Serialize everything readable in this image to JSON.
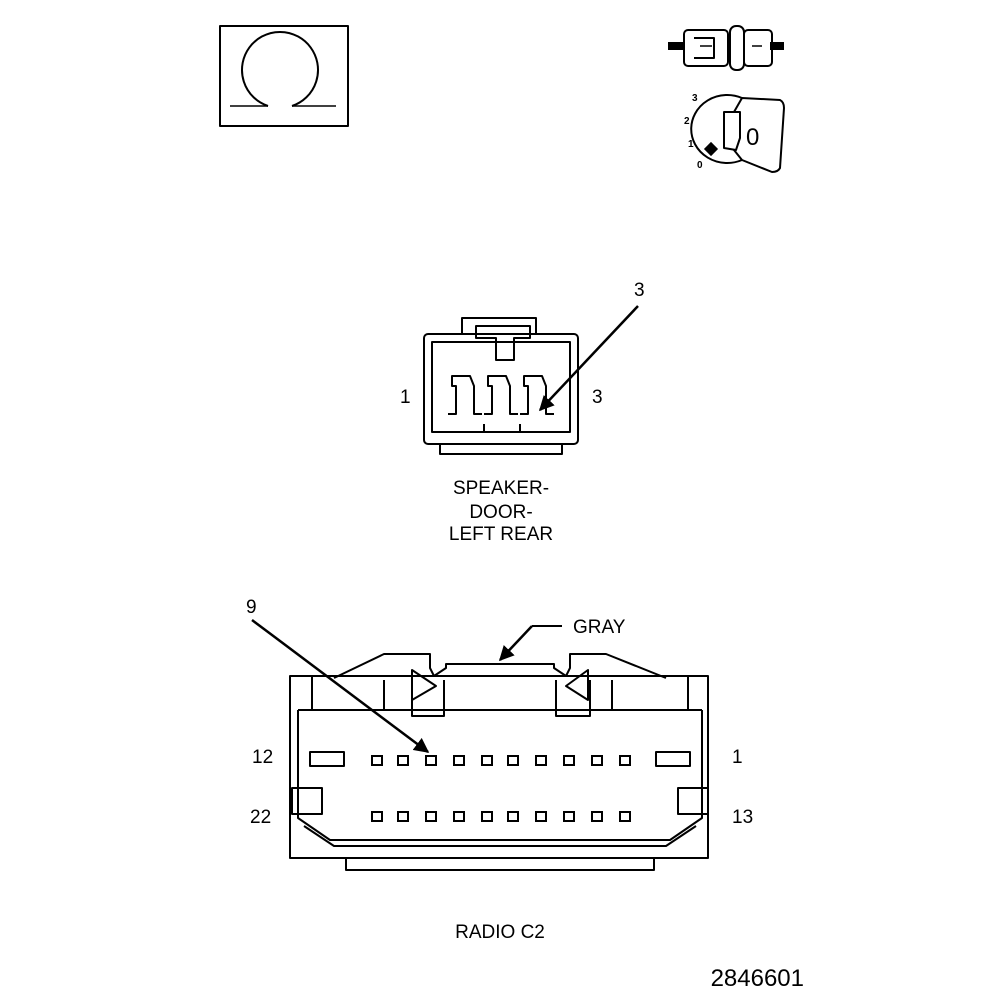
{
  "icons": {
    "resistance": "ohm-meter-icon",
    "connector": "connector-plug-icon",
    "ignition": "ignition-key-icon",
    "ignition_positions": [
      "3",
      "2",
      "1",
      "0"
    ],
    "key_label": "0"
  },
  "speaker_connector": {
    "callout": "3",
    "pin_left": "1",
    "pin_right": "3",
    "caption": [
      "SPEAKER-",
      "DOOR-",
      "LEFT REAR"
    ]
  },
  "radio_connector": {
    "callout": "9",
    "color": "GRAY",
    "pin_top_left": "12",
    "pin_top_right": "1",
    "pin_bottom_left": "22",
    "pin_bottom_right": "13",
    "caption": "RADIO C2"
  },
  "figure_id": "2846601"
}
